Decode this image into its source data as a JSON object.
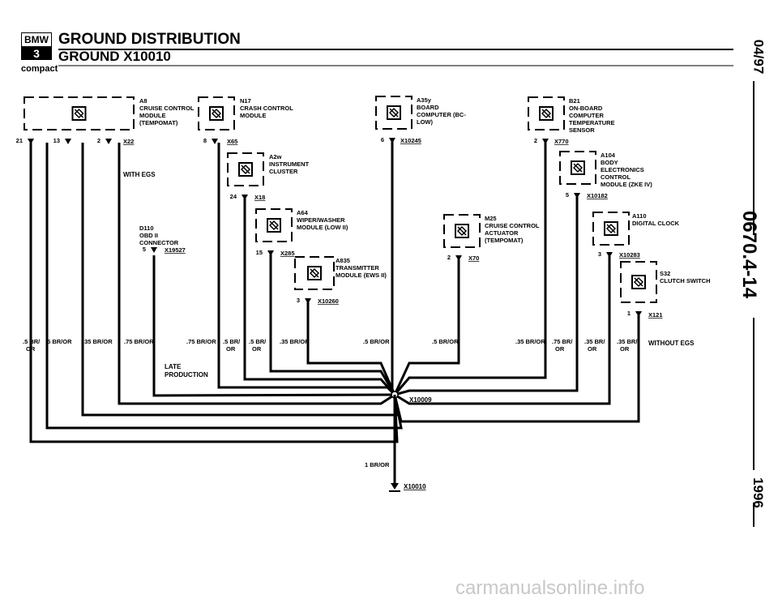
{
  "header": {
    "logo_top": "BMW",
    "logo_mid": "3",
    "title": "GROUND DISTRIBUTION",
    "subtitle": "GROUND X10010",
    "model": "compact"
  },
  "side_text": {
    "date": "04/97",
    "code": "0670.4-14",
    "year": "1996"
  },
  "watermark": "carmanualsonline.info",
  "components": [
    {
      "id": "a8",
      "lines": [
        "A8",
        "CRUISE CONTROL",
        "MODULE",
        "(TEMPOMAT)"
      ],
      "pins": [
        "21",
        "13",
        "2"
      ],
      "connector": "X22"
    },
    {
      "id": "n17",
      "lines": [
        "N17",
        "CRASH CONTROL",
        "MODULE"
      ],
      "pins": [
        "8"
      ],
      "connector": "X65"
    },
    {
      "id": "a2w",
      "lines": [
        "A2w",
        "INSTRUMENT",
        "CLUSTER"
      ],
      "pins": [
        "24"
      ],
      "connector": "X18"
    },
    {
      "id": "a64",
      "lines": [
        "A64",
        "WIPER/WASHER",
        "MODULE (LOW II)"
      ],
      "pins": [
        "15"
      ],
      "connector": "X285"
    },
    {
      "id": "a835",
      "lines": [
        "A835",
        "TRANSMITTER",
        "MODULE (EWS II)"
      ],
      "pins": [
        "3"
      ],
      "connector": "X10260"
    },
    {
      "id": "a35y",
      "lines": [
        "A35y",
        "BOARD",
        "COMPUTER (BC-",
        "LOW)"
      ],
      "pins": [
        "6"
      ],
      "connector": "X10245"
    },
    {
      "id": "m25",
      "lines": [
        "M25",
        "CRUISE CONTROL",
        "ACTUATOR",
        "(TEMPOMAT)"
      ],
      "pins": [
        "2"
      ],
      "connector": "X70"
    },
    {
      "id": "b21",
      "lines": [
        "B21",
        "ON-BOARD",
        "COMPUTER",
        "TEMPERATURE",
        "SENSOR"
      ],
      "pins": [
        "2"
      ],
      "connector": "X770"
    },
    {
      "id": "a104",
      "lines": [
        "A104",
        "BODY",
        "ELECTRONICS",
        "CONTROL",
        "MODULE (ZKE IV)"
      ],
      "pins": [
        "5"
      ],
      "connector": "X10182"
    },
    {
      "id": "a110",
      "lines": [
        "A110",
        "DIGITAL CLOCK"
      ],
      "pins": [
        "3"
      ],
      "connector": "X10283"
    },
    {
      "id": "s32",
      "lines": [
        "S32",
        "CLUTCH SWITCH"
      ],
      "pins": [
        "1"
      ],
      "connector": "X121"
    },
    {
      "id": "d110",
      "lines": [
        "D110",
        "OBD II",
        "CONNECTOR"
      ],
      "pins": [
        "5"
      ],
      "connector": "X19527"
    }
  ],
  "notes": {
    "with_egs": "WITH EGS",
    "without_egs": "WITHOUT EGS",
    "late_production": "LATE\nPRODUCTION"
  },
  "wire_labels": [
    {
      "id": "w1",
      "lines": [
        ".5 BR/",
        "OR"
      ]
    },
    {
      "id": "w2",
      "lines": [
        ".5 BR/OR"
      ]
    },
    {
      "id": "w3",
      "lines": [
        ".35 BR/OR"
      ]
    },
    {
      "id": "w4",
      "lines": [
        ".75 BR/OR"
      ]
    },
    {
      "id": "w5",
      "lines": [
        ".75 BR/OR"
      ]
    },
    {
      "id": "w6",
      "lines": [
        ".5 BR/",
        "OR"
      ]
    },
    {
      "id": "w7",
      "lines": [
        ".5 BR/",
        "OR"
      ]
    },
    {
      "id": "w8",
      "lines": [
        ".35 BR/OR"
      ]
    },
    {
      "id": "w9",
      "lines": [
        ".5 BR/OR"
      ]
    },
    {
      "id": "w10",
      "lines": [
        ".5 BR/OR"
      ]
    },
    {
      "id": "w11",
      "lines": [
        ".35 BR/OR"
      ]
    },
    {
      "id": "w12",
      "lines": [
        ".75 BR/",
        "OR"
      ]
    },
    {
      "id": "w13",
      "lines": [
        ".35 BR/",
        "OR"
      ]
    },
    {
      "id": "w14",
      "lines": [
        ".35 BR/",
        "OR"
      ]
    },
    {
      "id": "w15",
      "lines": [
        "1 BR/OR"
      ]
    }
  ],
  "splice": "X10009",
  "ground": "X10010"
}
